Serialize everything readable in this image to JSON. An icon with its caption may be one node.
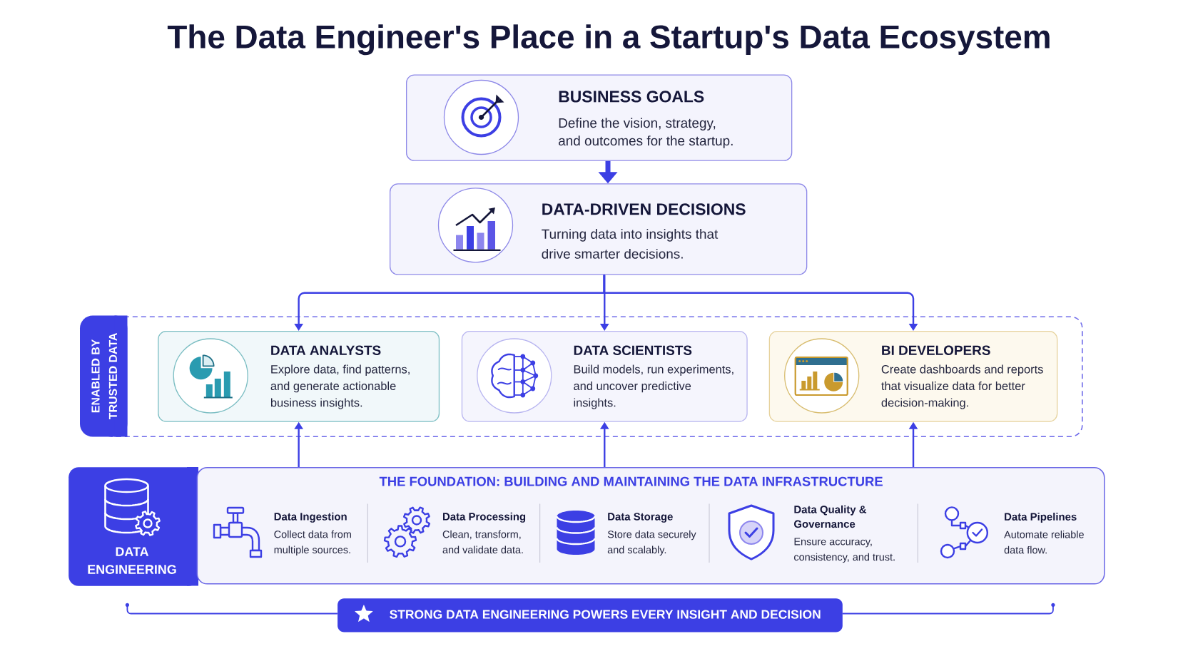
{
  "diagram": {
    "title": "The Data Engineer's Place in a Startup's Data Ecosystem",
    "nodes": [
      {
        "text": [
          "BUSINESS GOALS",
          "Define the vision, strategy, and outcomes for the startup."
        ]
      },
      {
        "text": [
          "DATA-DRIVEN DECISIONS",
          "Turning data into insights that drive smarter decisions."
        ]
      },
      {
        "text": [
          "ENABLED BY TRUSTED DATA"
        ]
      },
      {
        "text": [
          "DATA ANALYSTS",
          "Explore data, find patterns, and generate actionable business insights."
        ],
        "in": 2
      },
      {
        "text": [
          "DATA SCIENTISTS",
          "Build models, run experiments, and uncover predictive insights."
        ],
        "in": 2
      },
      {
        "text": [
          "BI DEVELOPERS",
          "Create dashboards and reports that visualize data for better decision-making."
        ],
        "in": 2
      },
      {
        "text": [
          "DATA ENGINEERING"
        ]
      },
      {
        "text": [
          "THE FOUNDATION: BUILDING AND MAINTAINING THE DATA INFRASTRUCTURE"
        ]
      },
      {
        "text": [
          "STRONG DATA ENGINEERING POWERS EVERY INSIGHT AND DECISION"
        ]
      }
    ],
    "edges": [
      {
        "from": 0,
        "to": 1,
        "arrow": "to",
        "style": "thick"
      },
      {
        "from": 1,
        "to": 3,
        "arrow": "to"
      },
      {
        "from": 1,
        "to": 4,
        "arrow": "to"
      },
      {
        "from": 1,
        "to": 5,
        "arrow": "to"
      },
      {
        "from": 7,
        "to": 3,
        "arrow": "to"
      },
      {
        "from": 7,
        "to": 4,
        "arrow": "to"
      },
      {
        "from": 7,
        "to": 5,
        "arrow": "to"
      }
    ],
    "labels": [
      "Data Ingestion",
      "Collect data from multiple sources.",
      "Data Processing",
      "Clean, transform, and validate data.",
      "Data Storage",
      "Store data securely and scalably.",
      "Data Quality & Governance",
      "Ensure accuracy, consistency, and trust.",
      "Data Pipelines",
      "Automate reliable data flow."
    ]
  }
}
